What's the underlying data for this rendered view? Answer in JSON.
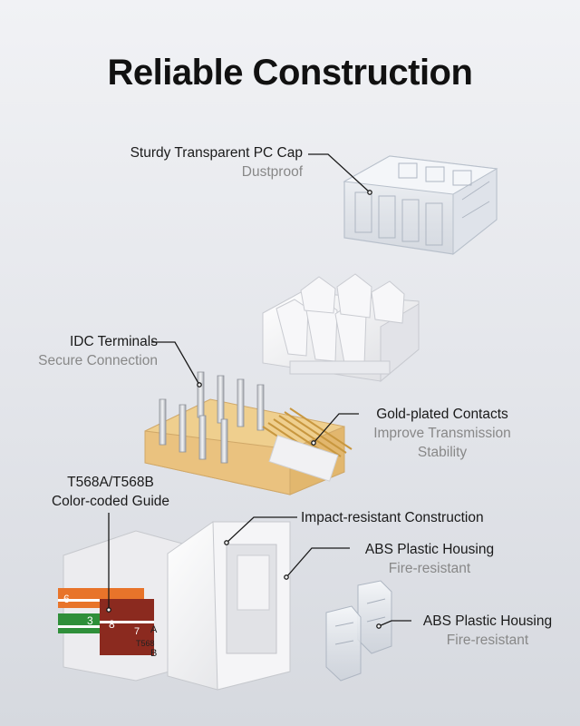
{
  "title": "Reliable Construction",
  "callouts": {
    "pc_cap": {
      "main": "Sturdy Transparent PC Cap",
      "sub": "Dustproof"
    },
    "idc": {
      "main": "IDC Terminals",
      "sub": "Secure Connection"
    },
    "gold": {
      "main": "Gold-plated Contacts",
      "sub1": "Improve Transmission",
      "sub2": "Stability"
    },
    "color_guide": {
      "line1": "T568A/T568B",
      "line2": "Color-coded Guide"
    },
    "impact": {
      "main": "Impact-resistant Construction"
    },
    "abs1": {
      "main": "ABS Plastic Housing",
      "sub": "Fire-resistant"
    },
    "abs2": {
      "main": "ABS Plastic Housing",
      "sub": "Fire-resistant"
    }
  },
  "guide_labels": {
    "top_numbers": [
      "6",
      "3",
      "8"
    ],
    "side_number": "7",
    "row_a": "A",
    "row_b": "B",
    "std": "T568"
  },
  "colors": {
    "orange": "#e8742a",
    "green": "#2f8f3a",
    "brown": "#8b2a1f",
    "gold": "#d9a85a",
    "board": "#e9c27e"
  }
}
